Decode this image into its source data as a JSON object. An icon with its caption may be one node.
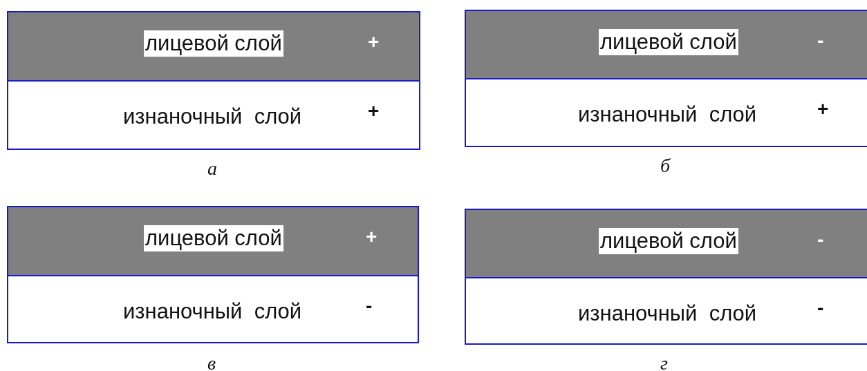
{
  "diagram": {
    "nodes": [
      {
        "text": [],
        "shape": "box",
        "beside": [
          "а"
        ]
      },
      {
        "text": [
          "лицевой слой",
          "+"
        ],
        "in": 0
      },
      {
        "text": [
          "изнаночный  слой",
          "+"
        ],
        "in": 0
      },
      {
        "text": [],
        "shape": "box",
        "beside": [
          "б"
        ]
      },
      {
        "text": [
          "лицевой слой",
          "-"
        ],
        "in": 3
      },
      {
        "text": [
          "изнаночный  слой",
          "+"
        ],
        "in": 3
      },
      {
        "text": [],
        "shape": "box",
        "beside": [
          "в"
        ]
      },
      {
        "text": [
          "лицевой слой",
          "+"
        ],
        "in": 6
      },
      {
        "text": [
          "изнаночный  слой",
          "-"
        ],
        "in": 6
      },
      {
        "text": [],
        "shape": "box",
        "beside": [
          "г"
        ]
      },
      {
        "text": [
          "лицевой слой",
          "-"
        ],
        "in": 9
      },
      {
        "text": [
          "изнаночный  слой",
          "-"
        ],
        "in": 9
      }
    ]
  }
}
